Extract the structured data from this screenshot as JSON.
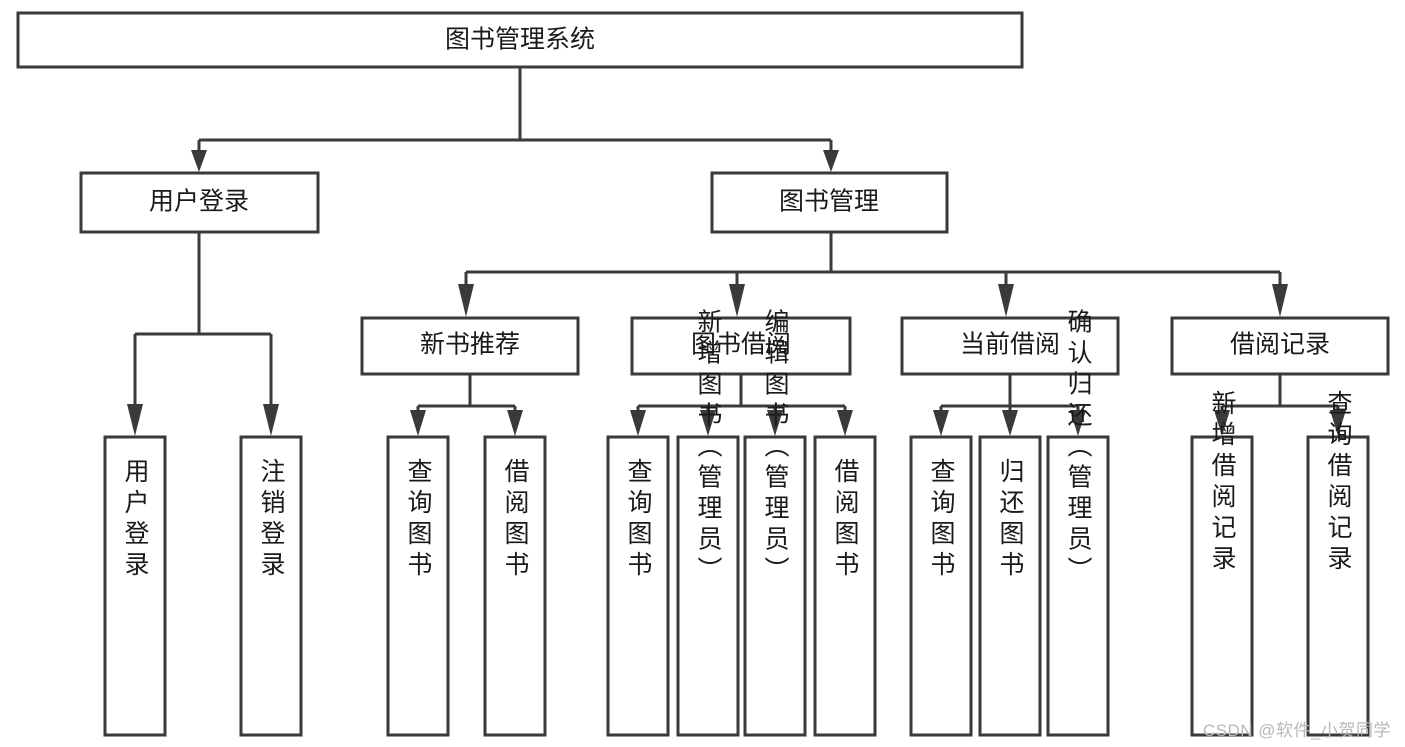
{
  "diagram": {
    "type": "tree-hierarchy",
    "title": "图书管理系统",
    "orientation": "top-down",
    "colors": {
      "box_stroke": "#3a3a3a",
      "box_fill": "#ffffff",
      "connector": "#3a3a3a",
      "text": "#1a1a1a",
      "watermark": "#b8b8b8",
      "background": "#ffffff"
    },
    "root": {
      "label": "图书管理系统"
    },
    "level2": [
      {
        "label": "用户登录"
      },
      {
        "label": "图书管理"
      }
    ],
    "level3": [
      {
        "label": "新书推荐"
      },
      {
        "label": "图书借阅"
      },
      {
        "label": "当前借阅"
      },
      {
        "label": "借阅记录"
      }
    ],
    "leaves": {
      "user_login": [
        {
          "label": "用户登录"
        },
        {
          "label": "注销登录"
        }
      ],
      "new_book_recommend": [
        {
          "label": "查询图书"
        },
        {
          "label": "借阅图书"
        }
      ],
      "book_borrow": [
        {
          "label": "查询图书"
        },
        {
          "label": "新增图书（管理员）"
        },
        {
          "label": "编辑图书（管理员）"
        },
        {
          "label": "借阅图书"
        }
      ],
      "current_borrow": [
        {
          "label": "查询图书"
        },
        {
          "label": "归还图书"
        },
        {
          "label": "确认归还（管理员）"
        }
      ],
      "borrow_record": [
        {
          "label": "新增借阅记录"
        },
        {
          "label": "查询借阅记录"
        }
      ]
    }
  },
  "watermark": {
    "text": "CSDN @软件_小贺同学"
  }
}
